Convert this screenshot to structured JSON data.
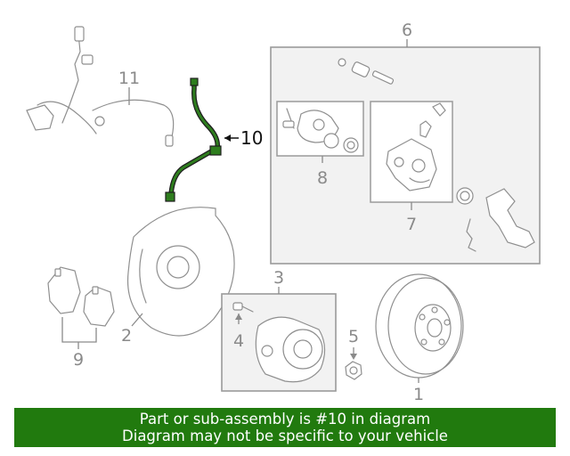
{
  "callouts": {
    "c1": "1",
    "c2": "2",
    "c3": "3",
    "c4": "4",
    "c5": "5",
    "c6": "6",
    "c7": "7",
    "c8": "8",
    "c9": "9",
    "c10": "10",
    "c11": "11"
  },
  "highlight_color": "#2e7d1e",
  "banner": {
    "line1": "Part or sub-assembly is #10 in diagram",
    "line2": "Diagram may not be specific to your vehicle",
    "background": "#217a0e"
  }
}
